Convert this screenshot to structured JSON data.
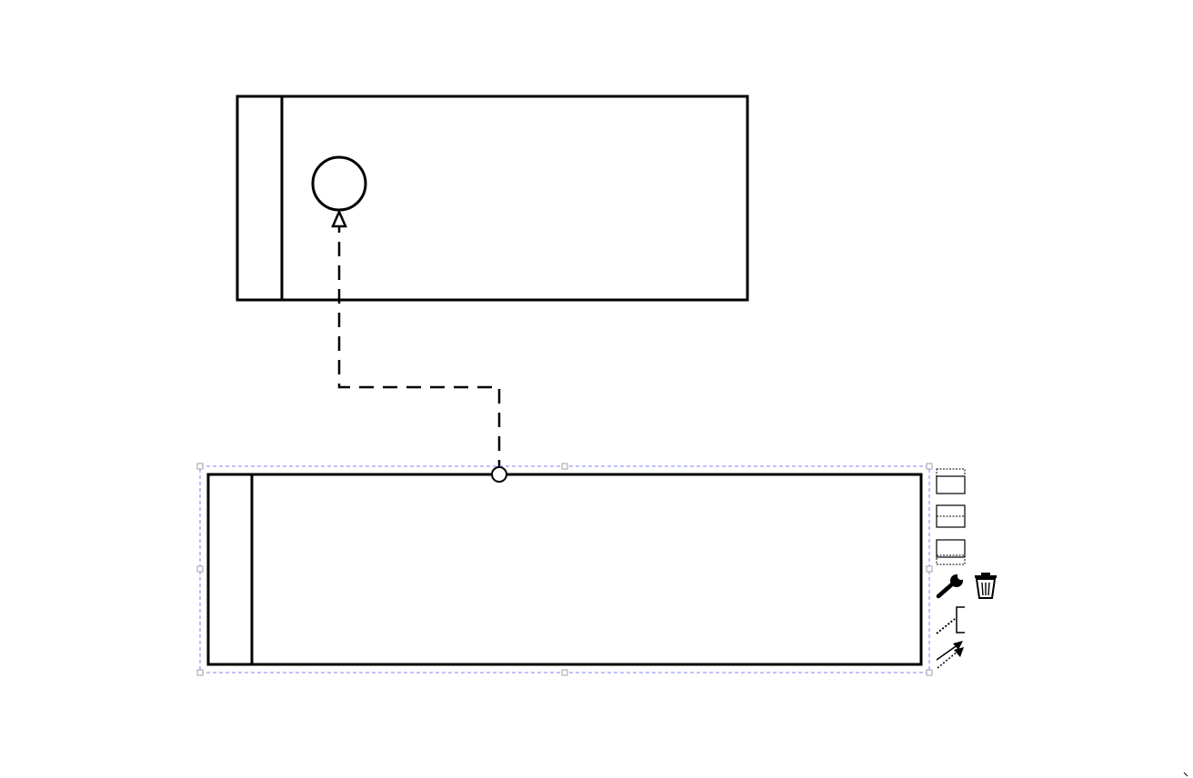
{
  "canvas": {
    "background": "#ffffff"
  },
  "diagram": {
    "stroke_color": "#000000",
    "selection_color": "#8080ff",
    "handle_color": "#a0a0a0",
    "shapes": [
      {
        "kind": "pool-with-lane-header",
        "selected": false,
        "contains": [
          "circle-event"
        ]
      },
      {
        "kind": "pool-with-lane-header",
        "selected": true
      }
    ],
    "connector": {
      "style": "dashed",
      "from": "pool-2-top",
      "to": "circle-event",
      "end_marker": "hollow-triangle"
    }
  },
  "context_toolbar": {
    "icons": [
      "lane-above-icon",
      "lane-divider-icon",
      "lane-below-icon",
      "wrench-icon",
      "trash-icon",
      "annotation-icon",
      "connect-arrow-icon"
    ]
  }
}
